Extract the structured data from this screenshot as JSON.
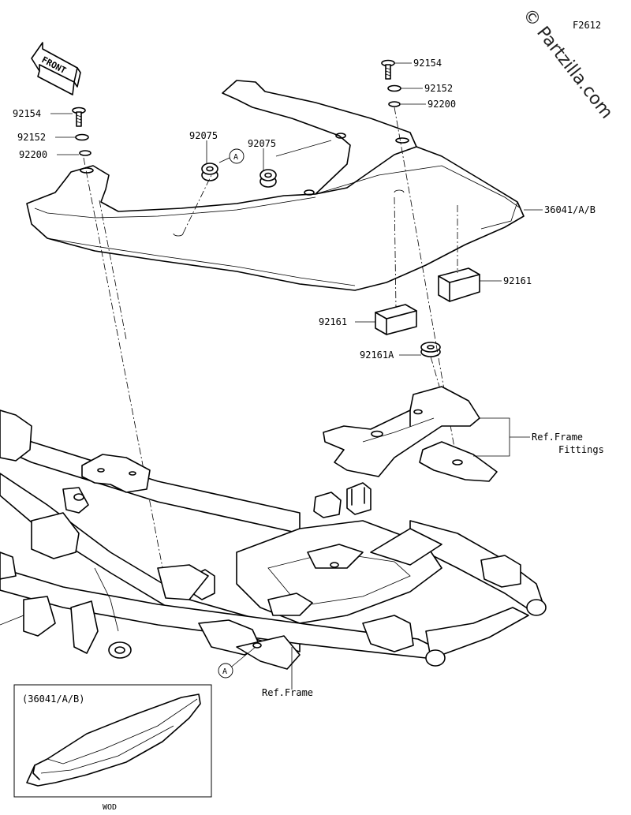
{
  "figure_code": "F2612",
  "watermark": "© Partzilla.com",
  "front_label": "FRONT",
  "parts": {
    "bolt_right": "92154",
    "washer_right": "92152",
    "collar_right": "92200",
    "bolt_left": "92154",
    "washer_left": "92152",
    "collar_left": "92200",
    "grommet_a": "92075",
    "grommet_b": "92075",
    "cover": "36041/A/B",
    "pad_upper": "92161",
    "pad_lower": "92161",
    "pad_round": "92161A"
  },
  "refs": {
    "frame_fittings": "Ref.Frame",
    "frame_fittings_2": "Fittings",
    "frame": "Ref.Frame",
    "point_a_top": "A",
    "point_a_bottom": "A"
  },
  "inset": {
    "label": "(36041/A/B)",
    "variant": "WOD"
  }
}
